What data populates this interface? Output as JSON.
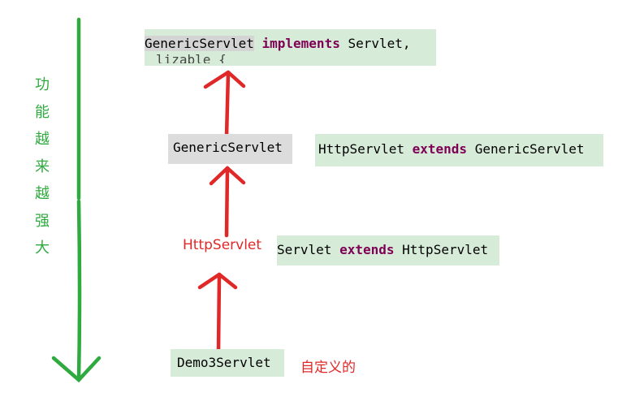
{
  "top_box": {
    "line1_prefix": "",
    "class_name": "GenericServlet",
    "keyword": "implements",
    "iface": "Servlet,",
    "line2": "lizable {"
  },
  "generic_box": {
    "text": "GenericServlet"
  },
  "http_extends": {
    "class_name": "HttpServlet",
    "keyword": "extends",
    "parent": "GenericServlet"
  },
  "http_label": "HttpServlet",
  "servlet_extends": {
    "class_name": "Servlet",
    "keyword": "extends",
    "parent": "HttpServlet"
  },
  "demo_box": {
    "text": "Demo3Servlet"
  },
  "custom_label": "自定义的",
  "side_text": [
    "功",
    "能",
    "越",
    "来",
    "越",
    "强",
    "大"
  ],
  "colors": {
    "arrow_red": "#e02828",
    "arrow_green": "#2eaa3e",
    "keyword": "#7f0055"
  }
}
